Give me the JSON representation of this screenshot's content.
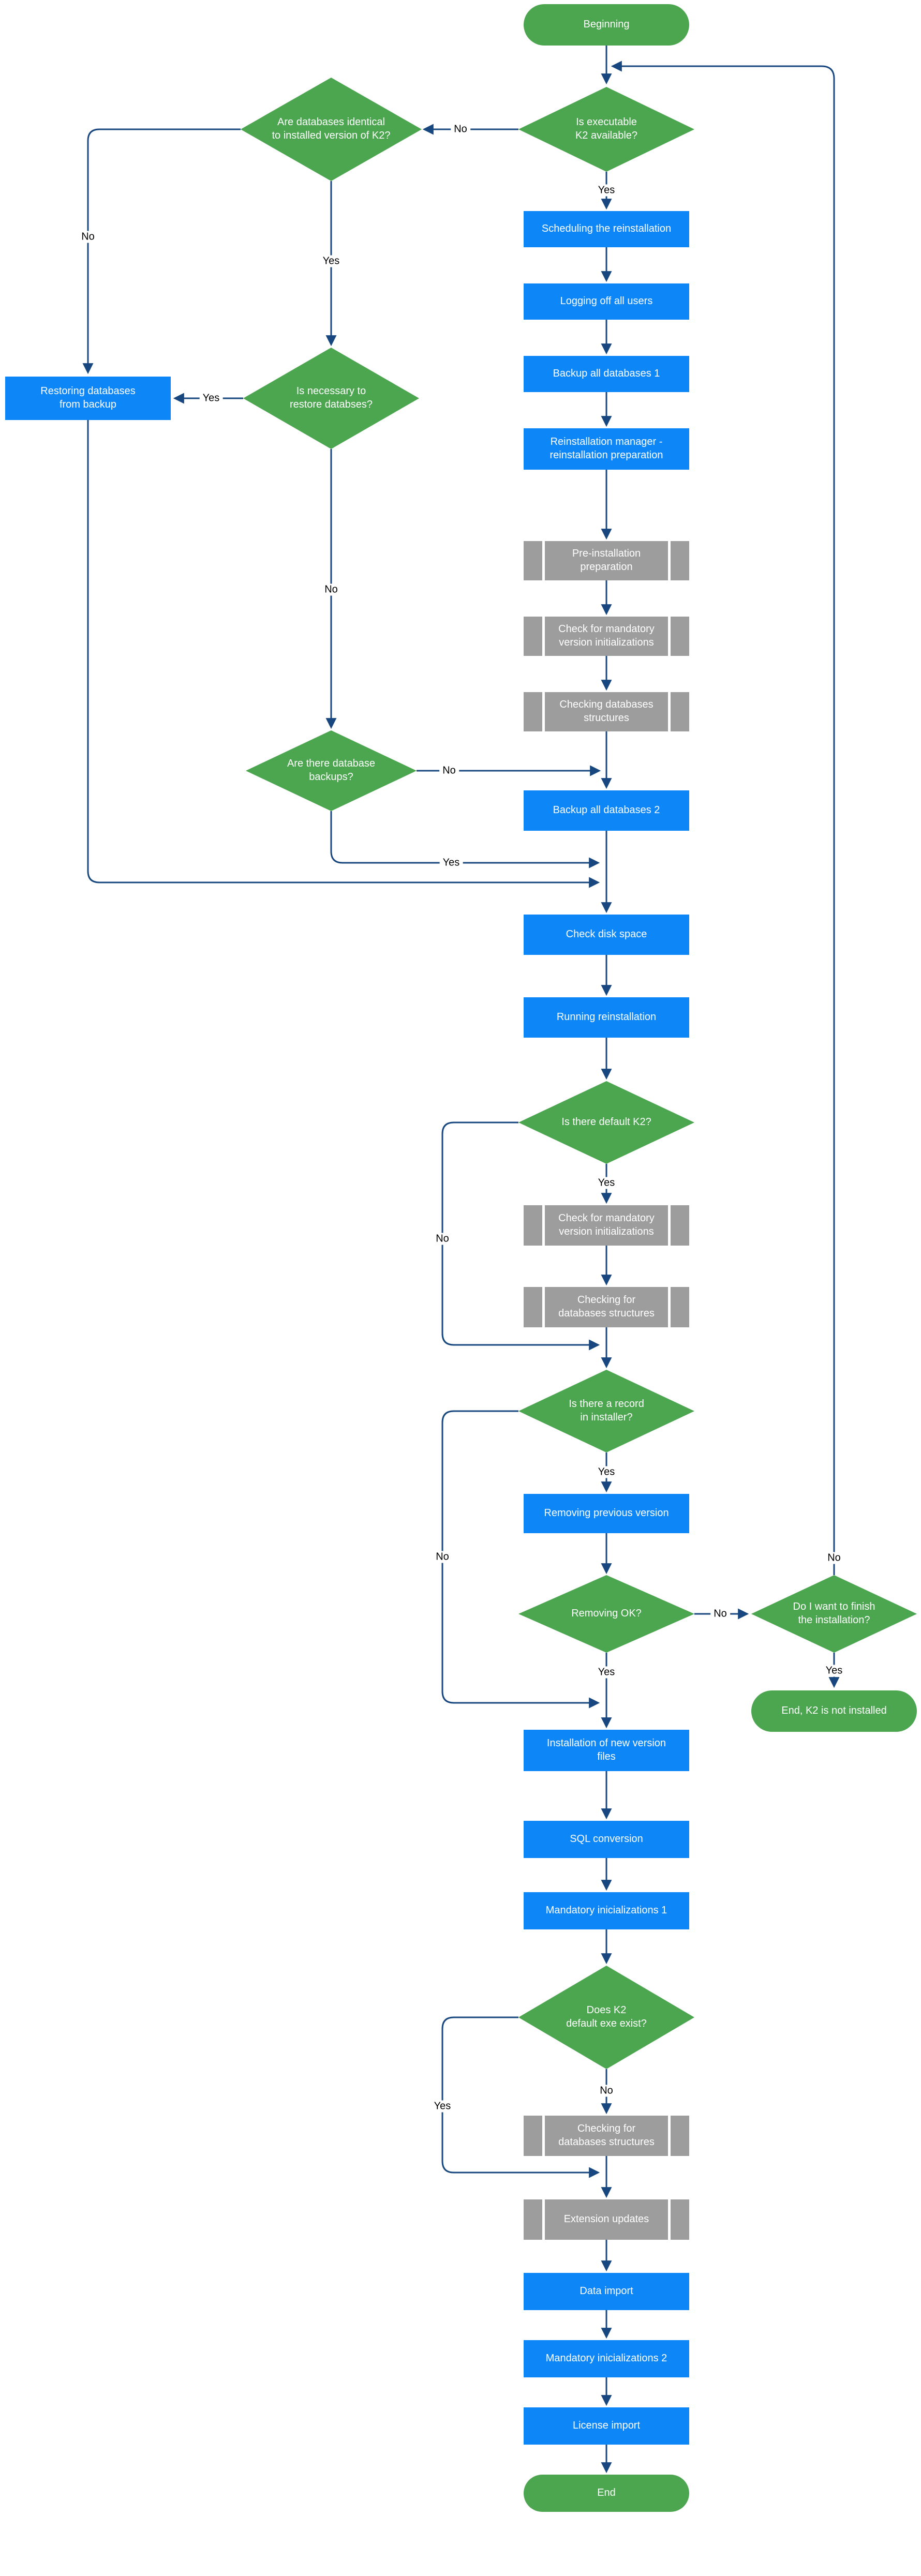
{
  "colors": {
    "node_green": "#4BA64F",
    "node_blue": "#0D87F8",
    "node_gray": "#9D9D9D",
    "connector": "#17477E",
    "node_text": "#FFFFFF",
    "label_text": "#000000"
  },
  "labels": {
    "yes": "Yes",
    "no": "No"
  },
  "nodes": {
    "beginning": "Beginning",
    "is_executable_k2_available": "Is executable\nK2 available?",
    "are_databases_identical": "Are databases identical\nto installed version of K2?",
    "scheduling_the_reinstallation": "Scheduling the reinstallation",
    "logging_off_all_users": "Logging off all users",
    "backup_all_databases_1": "Backup all databases 1",
    "reinstallation_manager": "Reinstallation manager -\nreinstallation preparation",
    "pre_installation_preparation": "Pre-installation\npreparation",
    "check_for_mandatory_version_initializations_1": "Check for mandatory\nversion initializations",
    "checking_databases_structures": "Checking databases\nstructures",
    "is_necessary_to_restore": "Is necessary to\nrestore databses?",
    "restoring_databases_from_backup": "Restoring databases\nfrom backup",
    "are_there_database_backups": "Are there database\nbackups?",
    "backup_all_databases_2": "Backup all databases 2",
    "check_disk_space": "Check disk space",
    "running_reinstallation": "Running reinstallation",
    "is_there_default_k2": "Is there default K2?",
    "check_for_mandatory_version_initializations_2": "Check for mandatory\nversion initializations",
    "checking_for_databases_structures_1": "Checking for\ndatabases structures",
    "is_there_a_record_in_installer": "Is there a record\nin installer?",
    "removing_previous_version": "Removing previous version",
    "removing_ok": "Removing OK?",
    "do_i_want_to_finish": "Do I want to finish\nthe installation?",
    "end_k2_not_installed": "End, K2 is not installed",
    "installation_of_new_version_files": "Installation of new version\nfiles",
    "sql_conversion": "SQL conversion",
    "mandatory_inicializations_1": "Mandatory inicializations 1",
    "does_k2_default_exe_exist": "Does K2\ndefault exe exist?",
    "checking_for_databases_structures_2": "Checking for\ndatabases structures",
    "extension_updates": "Extension updates",
    "data_import": "Data import",
    "mandatory_inicializations_2": "Mandatory inicializations 2",
    "license_import": "License import",
    "end": "End"
  }
}
